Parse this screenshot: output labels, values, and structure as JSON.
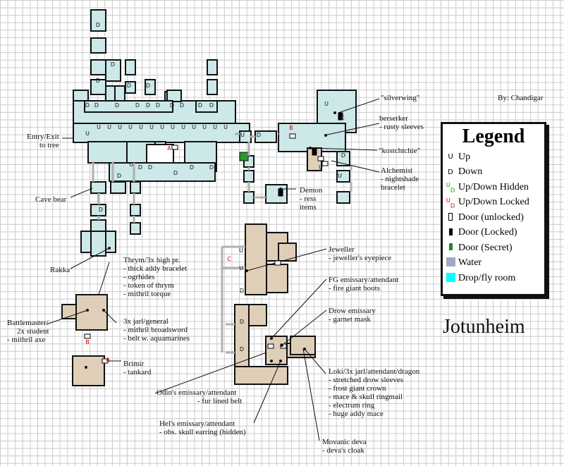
{
  "credit": "By: Chandigar",
  "title": "Jotunheim",
  "legend": {
    "title": "Legend",
    "items": [
      {
        "label": "Up",
        "icon": "up-icon"
      },
      {
        "label": "Down",
        "icon": "down-icon"
      },
      {
        "label": "Up/Down Hidden",
        "icon": "up-down-hidden-icon"
      },
      {
        "label": "Up/Down Locked",
        "icon": "up-down-locked-icon"
      },
      {
        "label": "Door (unlocked)",
        "icon": "door-unlocked-icon"
      },
      {
        "label": "Door (Locked)",
        "icon": "door-locked-icon"
      },
      {
        "label": "Door (Secret)",
        "icon": "door-secret-icon"
      },
      {
        "label": "Water",
        "icon": "water-swatch-icon"
      },
      {
        "label": "Drop/fly room",
        "icon": "drop-fly-swatch-icon"
      }
    ]
  },
  "colors": {
    "cave": "#cce8e8",
    "hall": "#e0cfb8",
    "water": "#a0a8c4",
    "drop": "#00ffff",
    "marker_red": "#cc0000"
  },
  "labels": {
    "entry": [
      "Entry/Exit",
      "to tree"
    ],
    "cave_bear": [
      "Cave bear"
    ],
    "rakka": [
      "Rakka"
    ],
    "silverwing": [
      "\"silverwing\""
    ],
    "berserker": [
      "berserker",
      "- rusty sleeves"
    ],
    "kostchtchie": [
      "\"kostchtchie\""
    ],
    "alchemist": [
      "Alchemist",
      "- nightshade",
      "bracelet"
    ],
    "demon": [
      "Demon",
      "- ress",
      "items"
    ],
    "thrym": [
      "Thrym/3x high pr.",
      "- thick addy bracelet",
      "- ogrhides",
      "- token of thrym",
      "- mithril torque"
    ],
    "battlemaster": [
      "Battlemaster/",
      "2x student",
      "- mithril axe"
    ],
    "jarl": [
      "3x jarl/general",
      "- mithril broadsword",
      "- belt w. aquamarines"
    ],
    "brimir": [
      "Brimir",
      "- tankard"
    ],
    "jeweller": [
      "Jeweller",
      "- jeweller's eyepiece"
    ],
    "fg_emissary": [
      "FG emissary/attendant",
      "- fire giant boots"
    ],
    "drow_emissary": [
      "Drow emissary",
      "- garnet mask"
    ],
    "loki": [
      "Loki/3x jarl/attendant/dragon",
      "- stretched drow sleeves",
      "- frost giant crown",
      "- mace & skull ringmail",
      "- electrum ring",
      "- huge addy mace"
    ],
    "odin": [
      "Odin's emissary/attendant",
      "- fur lined belt"
    ],
    "hel": [
      "Hel's emissary/attendant",
      "- obs. skull earring (hidden)"
    ],
    "movanic": [
      "Movanic deva",
      "- deva's cloak"
    ]
  },
  "markers": {
    "a": "A",
    "b": "B",
    "c": "C",
    "u": "U",
    "d": "D"
  }
}
